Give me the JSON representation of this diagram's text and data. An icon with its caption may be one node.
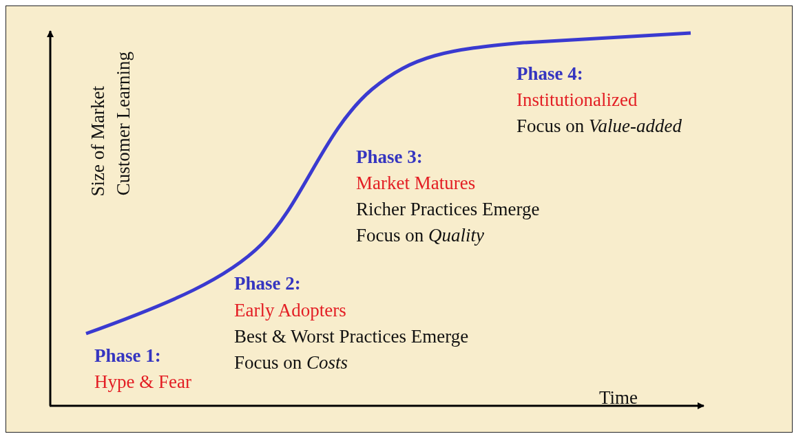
{
  "diagram": {
    "labels": [
      "Size of Market",
      "Customer Learning",
      "Phase 4:",
      "Institutionalized",
      "Focus on *Value-added*",
      "Phase 3:",
      "Market Matures",
      "Richer Practices Emerge",
      "Focus on *Quality*",
      "Phase 2:",
      "Early Adopters",
      "Best & Worst Practices Emerge",
      "Focus on *Costs*",
      "Phase 1:",
      "Hype & Fear",
      "Time"
    ]
  }
}
